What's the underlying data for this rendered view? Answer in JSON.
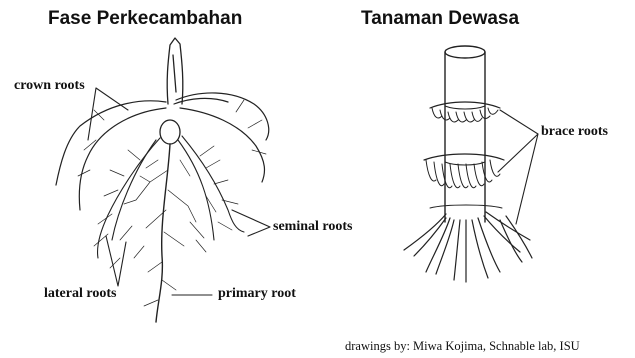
{
  "titles": {
    "left": "Fase Perkecambahan",
    "right": "Tanaman Dewasa"
  },
  "labels": {
    "crown_roots": "crown roots",
    "seminal_roots": "seminal roots",
    "lateral_roots": "lateral roots",
    "primary_root": "primary root",
    "brace_roots": "brace roots"
  },
  "credit": "drawings by: Miwa Kojima, Schnable lab, ISU"
}
